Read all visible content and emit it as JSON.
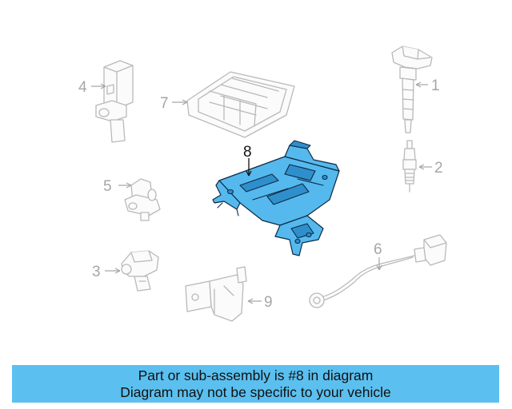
{
  "diagram": {
    "callouts": [
      {
        "id": "1",
        "label": "1"
      },
      {
        "id": "2",
        "label": "2"
      },
      {
        "id": "3",
        "label": "3"
      },
      {
        "id": "4",
        "label": "4"
      },
      {
        "id": "5",
        "label": "5"
      },
      {
        "id": "6",
        "label": "6"
      },
      {
        "id": "7",
        "label": "7"
      },
      {
        "id": "8",
        "label": "8",
        "highlighted": true
      },
      {
        "id": "9",
        "label": "9"
      }
    ],
    "highlight_color": "#55b9ee",
    "ghost_color": "#b9b9b9"
  },
  "banner": {
    "line1": "Part or sub-assembly is #8 in diagram",
    "line2": "Diagram may not be specific to your vehicle",
    "background": "#5bc0f0"
  }
}
